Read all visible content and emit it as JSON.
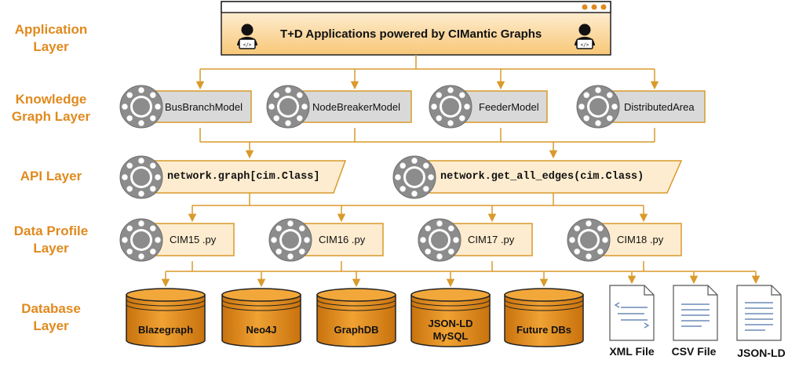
{
  "layers": {
    "application": "Application\nLayer",
    "knowledge": "Knowledge\nGraph Layer",
    "api": "API Layer",
    "data_profile": "Data Profile\nLayer",
    "database": "Database\nLayer"
  },
  "application": {
    "title": "T+D Applications powered by CIMantic Graphs",
    "left_icon": "developer-icon",
    "right_icon": "developer-icon"
  },
  "knowledge_graph": [
    "BusBranchModel",
    "NodeBreakerModel",
    "FeederModel",
    "DistributedArea"
  ],
  "api": [
    "network.graph[cim.Class]",
    "network.get_all_edges(cim.Class)"
  ],
  "data_profiles": [
    "CIM15 .py",
    "CIM16 .py",
    "CIM17 .py",
    "CIM18 .py"
  ],
  "databases": [
    "Blazegraph",
    "Neo4J",
    "GraphDB",
    "JSON-LD\nMySQL",
    "Future DBs"
  ],
  "files": [
    "XML File",
    "CSV File",
    "JSON-LD"
  ],
  "colors": {
    "accent": "#e08a1e",
    "connector": "#d99a2b",
    "box_light": "#fdeccf",
    "box_gray": "#d9d9d9",
    "db_fill": "#e8951f",
    "gear": "#8c8c8c"
  }
}
